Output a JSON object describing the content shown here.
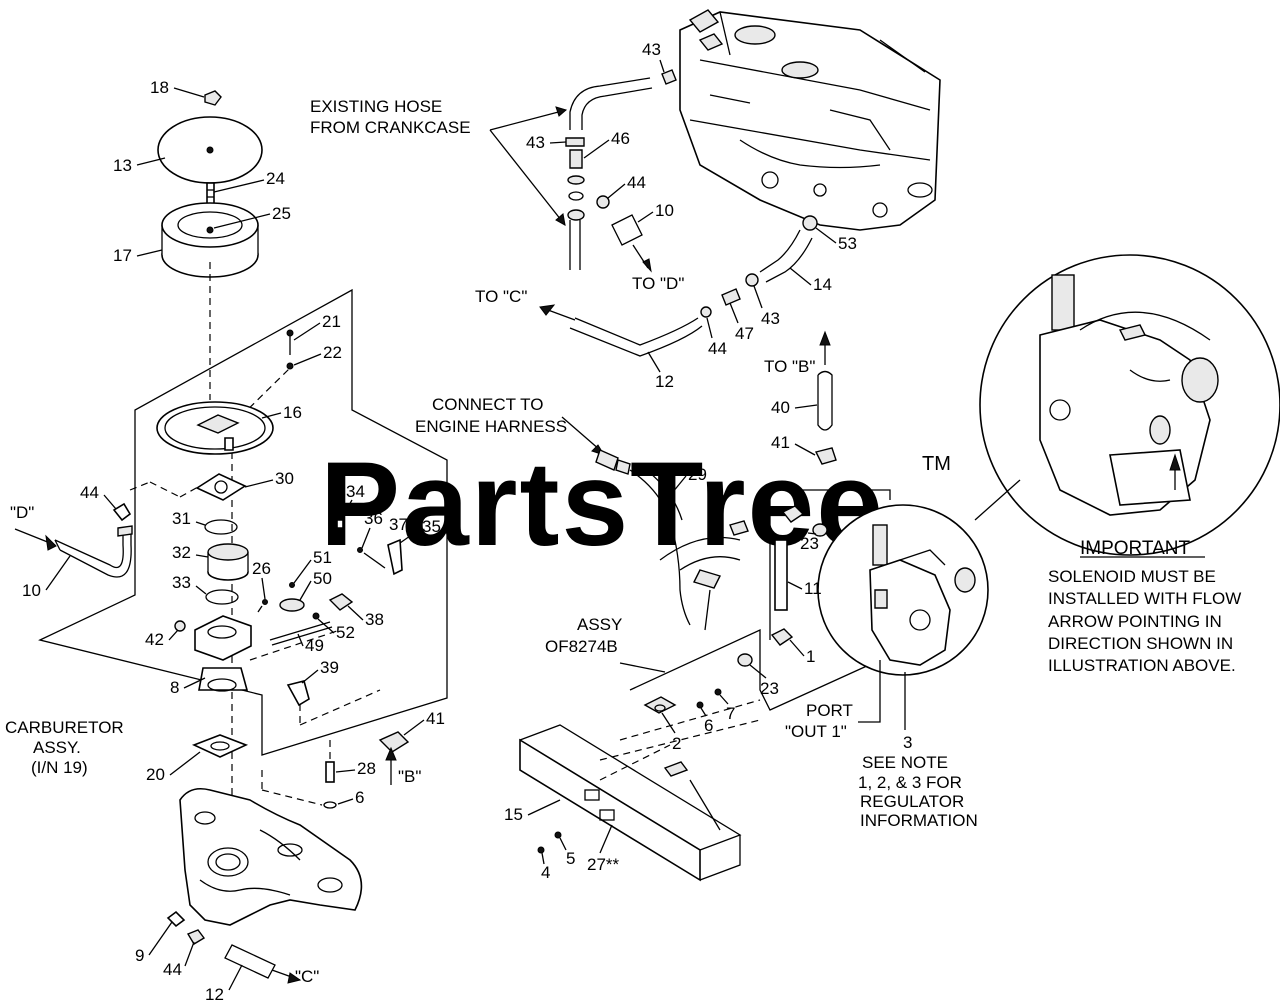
{
  "watermark": {
    "text": "PartsTree",
    "tm": "TM"
  },
  "callouts": {
    "existing_hose": [
      "EXISTING HOSE",
      "FROM CRANKCASE"
    ],
    "connect_harness": [
      "CONNECT TO",
      "ENGINE HARNESS"
    ],
    "assy": [
      "ASSY",
      "OF8274B"
    ],
    "carburetor": [
      "CARBURETOR",
      "ASSY.",
      "(I/N 19)"
    ],
    "port": [
      "PORT",
      "\"OUT 1\""
    ],
    "see_note": [
      "3",
      "SEE NOTE",
      "1, 2, & 3 FOR",
      "REGULATOR",
      "INFORMATION"
    ]
  },
  "routing": {
    "to_c": "TO \"C\"",
    "to_d": "TO \"D\"",
    "to_b": "TO \"B\"",
    "d": "\"D\"",
    "b": "\"B\"",
    "c": "\"C\""
  },
  "important": {
    "title": "IMPORTANT",
    "lines": [
      "SOLENOID MUST BE",
      "INSTALLED WITH FLOW",
      "ARROW POINTING IN",
      "DIRECTION SHOWN IN",
      "ILLUSTRATION ABOVE."
    ]
  },
  "part_numbers": {
    "n18": "18",
    "n13": "13",
    "n24": "24",
    "n25": "25",
    "n17": "17",
    "n21": "21",
    "n22": "22",
    "n16": "16",
    "n30": "30",
    "n44a": "44",
    "n10a": "10",
    "n31": "31",
    "n32": "32",
    "n33": "33",
    "n26": "26",
    "n34": "34",
    "n36": "36",
    "n37": "37",
    "n35": "35",
    "n51": "51",
    "n50": "50",
    "n38": "38",
    "n52": "52",
    "n49": "49",
    "n42": "42",
    "n39": "39",
    "n8": "8",
    "n41a": "41",
    "n28": "28",
    "n20": "20",
    "n6a": "6",
    "n9": "9",
    "n44b": "44",
    "n12a": "12",
    "n43a": "43",
    "n43b": "43",
    "n46": "46",
    "n44c": "44",
    "n10b": "10",
    "n53": "53",
    "n14": "14",
    "n43c": "43",
    "n47": "47",
    "n44d": "44",
    "n12b": "12",
    "n40": "40",
    "n41b": "41",
    "n29": "29",
    "n1a": "1",
    "n23a": "23",
    "n11": "11",
    "n1b": "1",
    "n23b": "23",
    "n7": "7",
    "n6b": "6",
    "n2": "2",
    "n15": "15",
    "n5": "5",
    "n4": "4",
    "n27": "27**"
  }
}
